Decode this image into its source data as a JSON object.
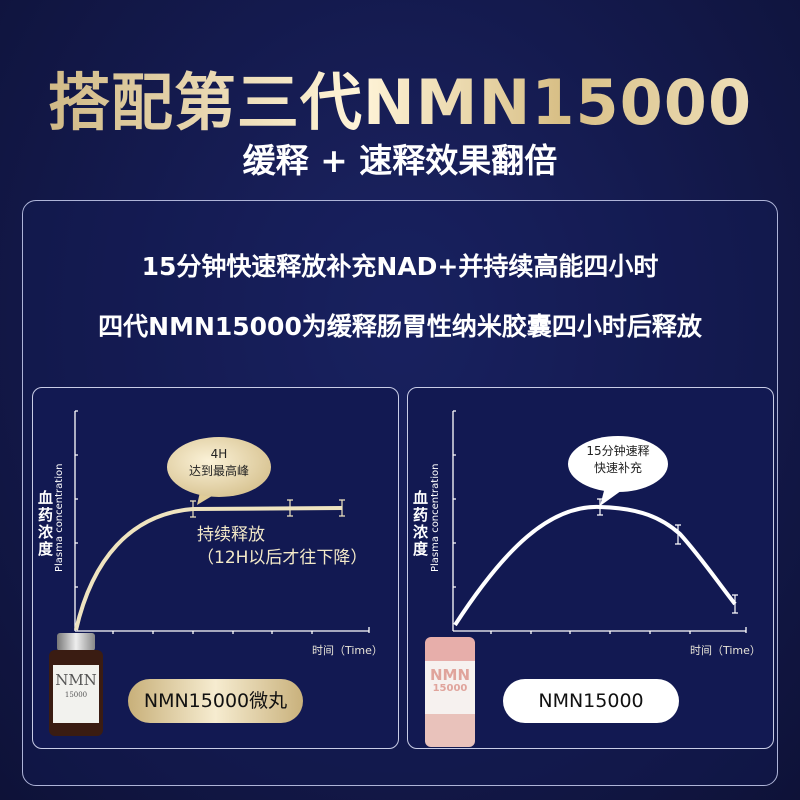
{
  "header": {
    "title": "搭配第三代NMN15000",
    "subtitle": "缓释 + 速释效果翻倍"
  },
  "intro": {
    "line1": "15分钟快速释放补充NAD+并持续高能四小时",
    "line2": "四代NMN15000为缓释肠胃性纳米胶囊四小时后释放"
  },
  "left_panel": {
    "y_label_cn": "血药浓度",
    "y_label_en": "Plasma concentration",
    "x_label": "时间（Time）",
    "bubble_line1": "4H",
    "bubble_line2": "达到最高峰",
    "note_line1": "持续释放",
    "note_line2": "（12H以后才往下降）",
    "product_label": "NMN15000微丸",
    "bottle_text": "NMN",
    "bottle_sub": "15000",
    "curve_color": "#efe4c0"
  },
  "right_panel": {
    "y_label_cn": "血药浓度",
    "y_label_en": "Plasma concentration",
    "x_label": "时间（Time）",
    "bubble_line1": "15分钟速释",
    "bubble_line2": "快速补充",
    "product_label": "NMN15000",
    "bottle_text": "NMN",
    "bottle_sub": "15000",
    "curve_color": "#ffffff"
  },
  "colors": {
    "background": "#141a4e",
    "gold": "#d8c28e",
    "panel": "#121952"
  }
}
